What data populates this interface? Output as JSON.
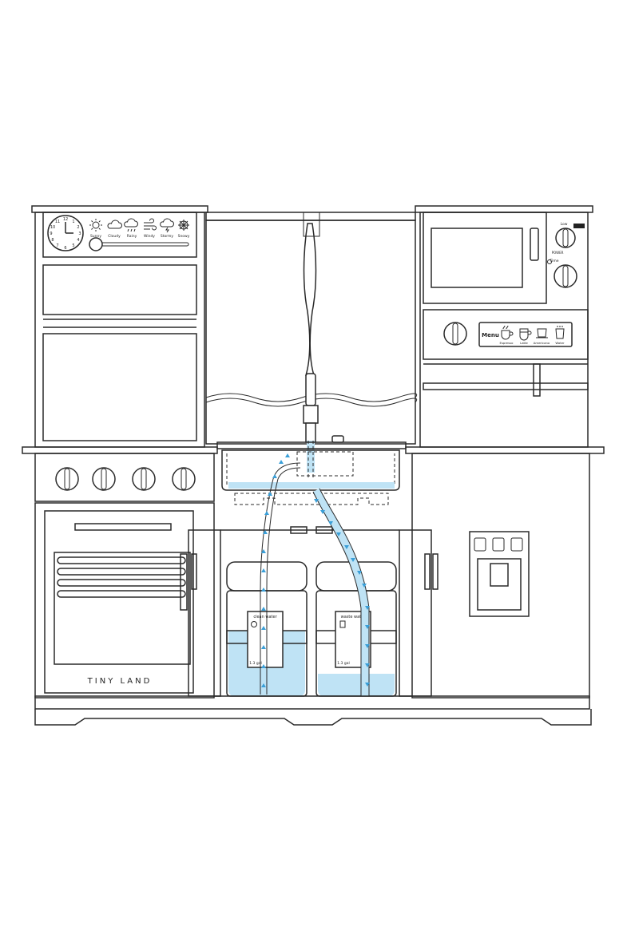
{
  "clock": {
    "numerals": [
      "12",
      "1",
      "2",
      "3",
      "4",
      "5",
      "6",
      "7",
      "8",
      "9",
      "10",
      "11"
    ]
  },
  "weather": [
    {
      "label": "Sunny",
      "icon": "sun-icon"
    },
    {
      "label": "Cloudy",
      "icon": "cloud-icon"
    },
    {
      "label": "Rainy",
      "icon": "rain-icon"
    },
    {
      "label": "Windy",
      "icon": "wind-icon"
    },
    {
      "label": "Stormy",
      "icon": "storm-icon"
    },
    {
      "label": "Snowy",
      "icon": "snow-icon"
    }
  ],
  "microwave": {
    "power_label": "Low",
    "power_hi": "POWER",
    "time_label": "Time"
  },
  "coffee": {
    "menu_label": "Menu",
    "drinks": [
      {
        "label": "Espresso",
        "icon": "espresso-cup-icon"
      },
      {
        "label": "Latte",
        "icon": "latte-cup-icon"
      },
      {
        "label": "Americano",
        "icon": "americano-cup-icon"
      },
      {
        "label": "Water",
        "icon": "water-cup-icon"
      }
    ]
  },
  "oven": {
    "brand": "TINY LAND"
  },
  "tanks": {
    "clean": {
      "label": "clean water",
      "capacity": "1.3 gal"
    },
    "waste": {
      "label": "waste water",
      "capacity": "1.3 gal"
    }
  },
  "colors": {
    "water": "#bfe3f5",
    "arrow": "#3a9fd8",
    "line": "#2a2a2a"
  }
}
